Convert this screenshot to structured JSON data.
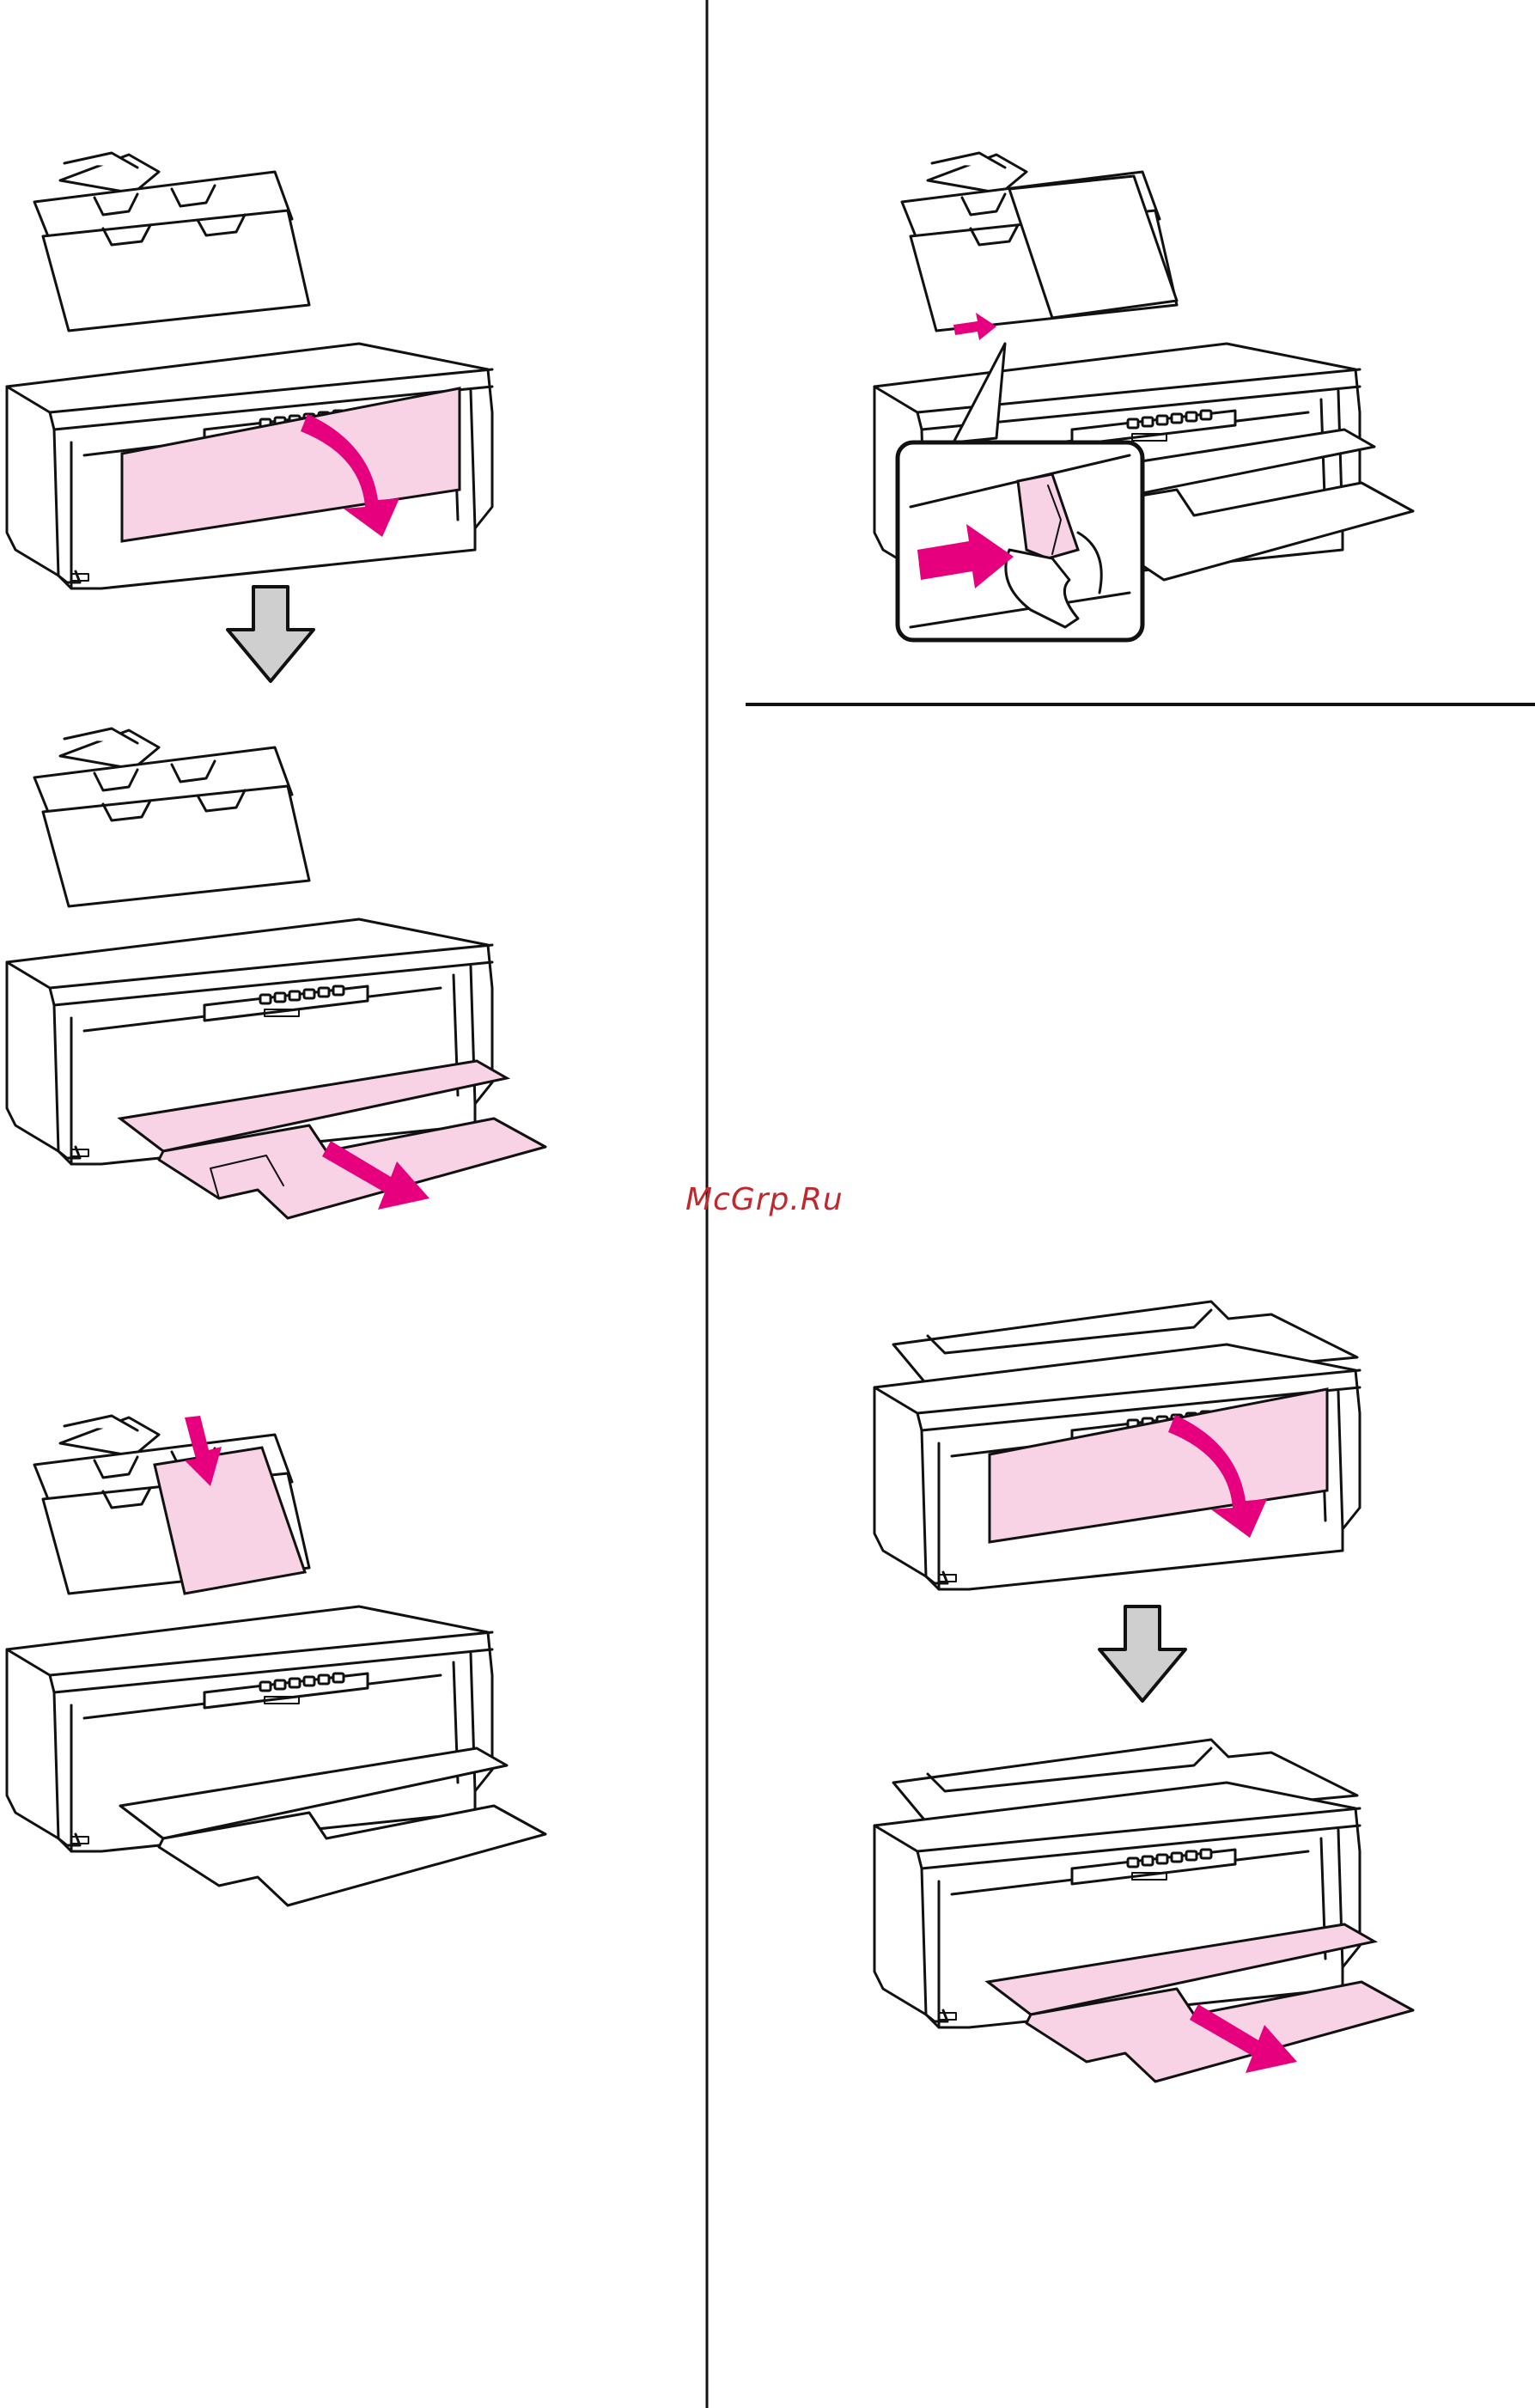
{
  "watermark": "McGrp.Ru",
  "colors": {
    "accent_arrow": "#e6007e",
    "highlight_fill": "#f8d3e6",
    "step_arrow_fill": "#cfcfcf",
    "line": "#111111"
  },
  "figures": [
    {
      "name": "open-front-cover",
      "highlight": "front-cover",
      "pink_arrow": "rotate-down"
    },
    {
      "name": "pull-out-output-tray",
      "highlight": "output-tray",
      "pink_arrow": "pull-forward"
    },
    {
      "name": "load-sheet-rear-feeder",
      "highlight": "sheet",
      "pink_arrow": "insert-down"
    },
    {
      "name": "slide-edge-guide",
      "highlight": "edge-guide",
      "pink_arrow": "push-right",
      "has_zoom_callout": true
    },
    {
      "name": "open-front-cover-2",
      "highlight": "front-cover",
      "pink_arrow": "rotate-down"
    },
    {
      "name": "pull-out-output-tray-2",
      "highlight": "output-tray",
      "pink_arrow": "pull-forward"
    }
  ],
  "icons": {
    "step_arrow": "down-arrow-icon"
  }
}
